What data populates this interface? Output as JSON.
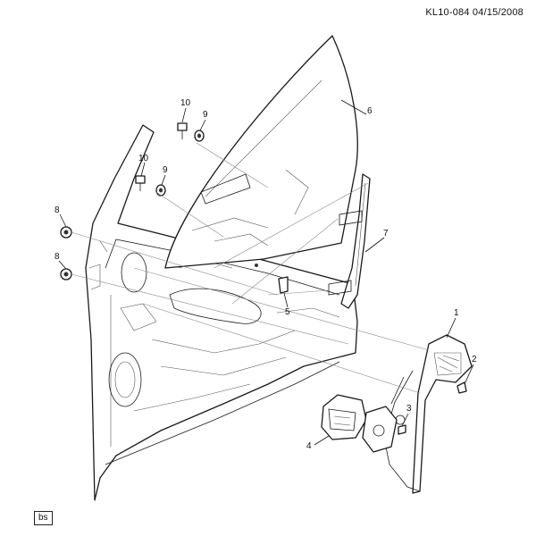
{
  "header": {
    "reference": "KL10-084  04/15/2008"
  },
  "badge": "bs",
  "callouts": [
    "1",
    "2",
    "3",
    "4",
    "5",
    "6",
    "7",
    "8",
    "8",
    "9",
    "9",
    "10",
    "10"
  ]
}
